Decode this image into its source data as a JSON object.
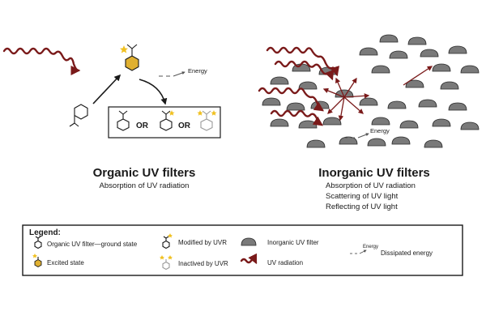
{
  "organic": {
    "title": "Organic UV filters",
    "subtitle": "Absorption of UV radiation",
    "energy_label": "Energy",
    "or_label_1": "OR",
    "or_label_2": "OR"
  },
  "inorganic": {
    "title": "Inorganic UV filters",
    "lines": [
      "Absorption of UV radiation",
      "Scattering of UV light",
      "Reflecting of UV light"
    ],
    "energy_label": "Energy"
  },
  "legend": {
    "title": "Legend:",
    "ground_state": "Organic UV filter—ground state",
    "excited_state": "Excited state",
    "modified": "Modified by UVR",
    "inactived": "Inactived by UVR",
    "inorganic_filter": "Inorganic UV filter",
    "uv_radiation": "UV radiation",
    "energy_symbol": "Energy",
    "dissipated": "Dissipated energy"
  },
  "colors": {
    "uv_radiation": "#7a1a1a",
    "excited": "#e0b030",
    "star": "#f0c020",
    "particle": "#7a7a7a"
  },
  "icons": [
    "uv-wave-icon",
    "cyclohexane-molecule-icon",
    "excited-molecule-icon",
    "star-icon",
    "inorganic-particle-icon",
    "energy-arrows-icon"
  ]
}
